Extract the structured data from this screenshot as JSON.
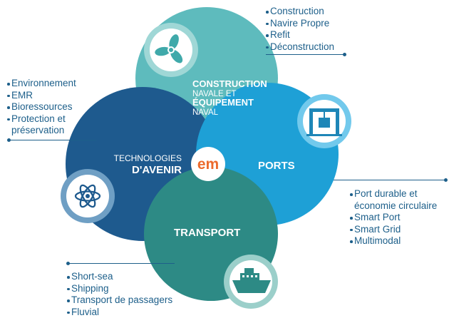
{
  "colors": {
    "construction": "#5ebbbd",
    "construction_ring": "#9fd7d6",
    "ports": "#1ea0d6",
    "ports_ring": "#72c9ec",
    "transport": "#2d8a85",
    "transport_ring": "#9bcfca",
    "technologies": "#1e5a8e",
    "technologies_ring": "#6f9fc4",
    "logo": "#ec6a2c",
    "list_text": "#1d5f8a"
  },
  "icons": {
    "construction": "propeller-icon",
    "ports": "crane-icon",
    "transport": "ship-icon",
    "technologies": "atom-icon"
  },
  "logo": {
    "text": "em"
  },
  "sectors": {
    "construction": {
      "line1": "CONSTRUCTION",
      "line2": "NAVALE ET",
      "line3": "ÉQUIPEMENT",
      "line4": "NAVAL"
    },
    "ports": {
      "title": "PORTS"
    },
    "transport": {
      "title": "TRANSPORT"
    },
    "technologies": {
      "line1": "TECHNOLOGIES",
      "line2": "D'AVENIR"
    }
  },
  "lists": {
    "construction": [
      "Construction",
      "Navire Propre",
      "Refit",
      "Déconstruction"
    ],
    "technologies": [
      "Environnement",
      "EMR",
      "Bioressources",
      "Protection et",
      "préservation"
    ],
    "ports": [
      "Port durable et",
      "économie circulaire",
      "Smart Port",
      "Smart Grid",
      "Multimodal"
    ],
    "transport": [
      "Short-sea",
      "Shipping",
      "Transport de passagers",
      "Fluvial"
    ]
  }
}
